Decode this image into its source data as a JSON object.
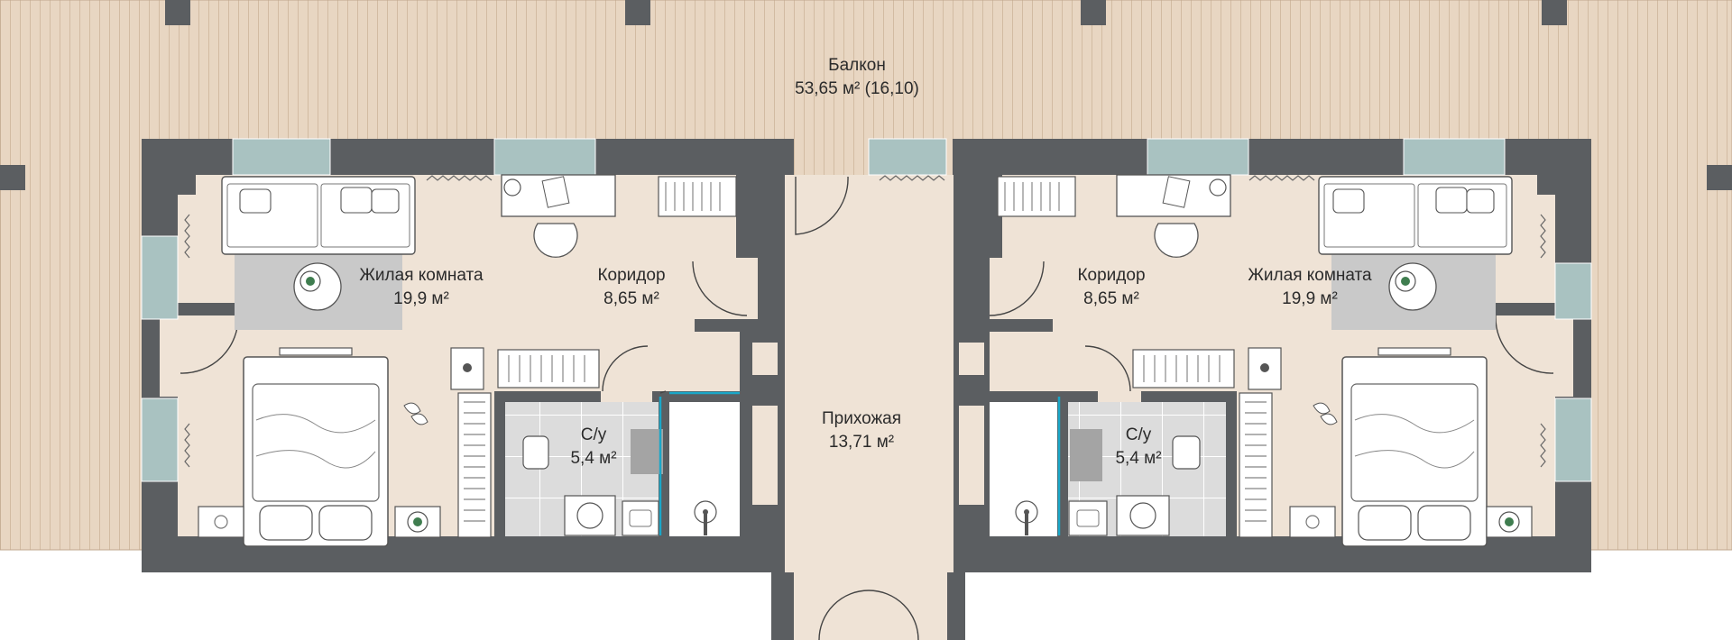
{
  "plan": {
    "balcony": {
      "name": "Балкон",
      "area": "53,65 м² (16,10)"
    },
    "left": {
      "living": {
        "name": "Жилая комната",
        "area": "19,9 м²"
      },
      "corridor": {
        "name": "Коридор",
        "area": "8,65 м²"
      },
      "bath": {
        "name": "С/у",
        "area": "5,4 м²"
      }
    },
    "hall": {
      "name": "Прихожая",
      "area": "13,71 м²"
    },
    "right": {
      "corridor": {
        "name": "Коридор",
        "area": "8,65 м²"
      },
      "living": {
        "name": "Жилая комната",
        "area": "19,9 м²"
      },
      "bath": {
        "name": "С/у",
        "area": "5,4 м²"
      }
    }
  },
  "colors": {
    "wall": "#5b5e61",
    "floor": "#efe3d6",
    "balcony_deck": "#e8d6c2",
    "deck_line": "#d2bba2",
    "window": "#a9c2c1",
    "bath_tile": "#dcdcdc",
    "rug": "#c9c9c9",
    "furniture": "#ffffff",
    "accent_glass": "#1aa7c8"
  }
}
